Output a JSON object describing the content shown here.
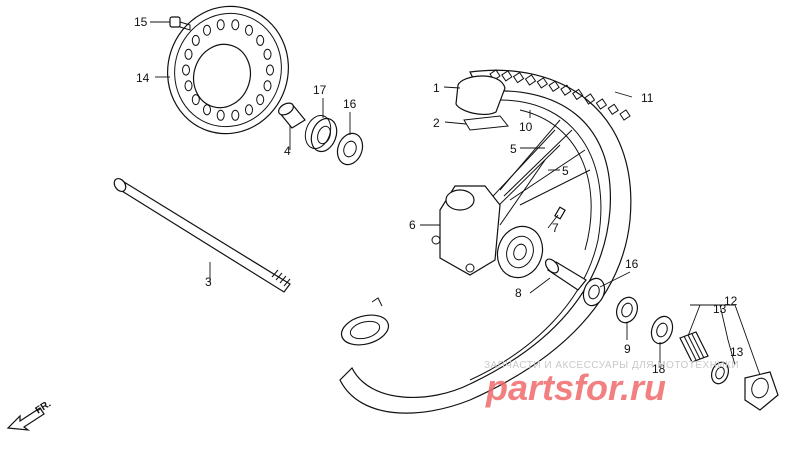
{
  "callouts": [
    {
      "id": "1",
      "text": "1"
    },
    {
      "id": "2",
      "text": "2"
    },
    {
      "id": "3",
      "text": "3"
    },
    {
      "id": "4",
      "text": "4"
    },
    {
      "id": "5a",
      "text": "5"
    },
    {
      "id": "5b",
      "text": "5"
    },
    {
      "id": "6",
      "text": "6"
    },
    {
      "id": "7",
      "text": "7"
    },
    {
      "id": "8",
      "text": "8"
    },
    {
      "id": "9",
      "text": "9"
    },
    {
      "id": "10",
      "text": "10"
    },
    {
      "id": "11",
      "text": "11"
    },
    {
      "id": "12",
      "text": "12"
    },
    {
      "id": "13a",
      "text": "13"
    },
    {
      "id": "13b",
      "text": "13"
    },
    {
      "id": "14",
      "text": "14"
    },
    {
      "id": "15",
      "text": "15"
    },
    {
      "id": "16a",
      "text": "16"
    },
    {
      "id": "16b",
      "text": "16"
    },
    {
      "id": "17",
      "text": "17"
    },
    {
      "id": "18",
      "text": "18"
    }
  ],
  "direction_label": "FR.",
  "watermark": {
    "caption": "ЗАПЧАСТИ И АКСЕССУАРЫ ДЛЯ МОТОТЕХНИКИ",
    "brand": "partsfor.ru"
  }
}
